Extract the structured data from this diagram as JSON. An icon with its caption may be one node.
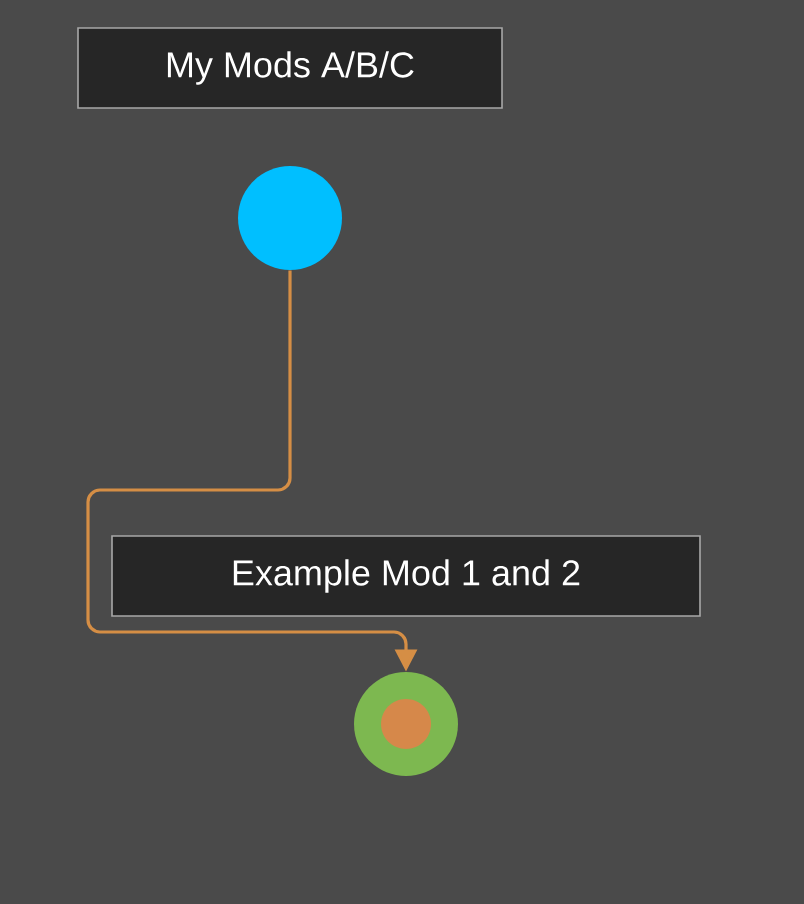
{
  "diagram": {
    "nodes": [
      {
        "text": [
          "My Mods A/B/C"
        ]
      },
      {
        "text": [],
        "shape": "circle"
      },
      {
        "text": [
          "Example Mod 1 and 2"
        ]
      },
      {
        "text": [],
        "shape": "circle"
      }
    ],
    "edges": [
      {
        "from": 1,
        "to": 3,
        "arrow": "to"
      }
    ]
  }
}
